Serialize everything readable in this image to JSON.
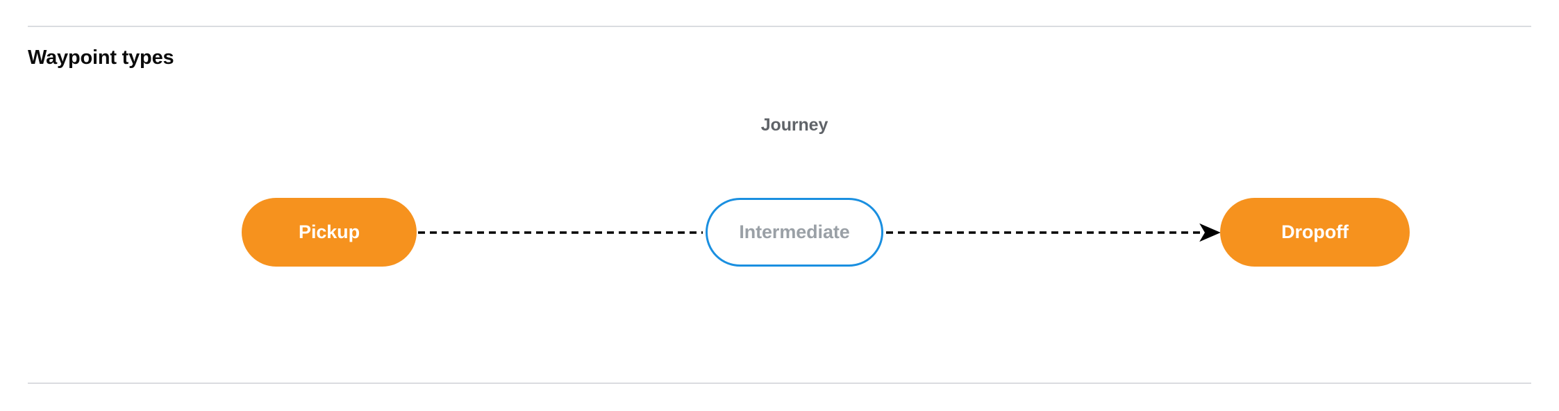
{
  "section": {
    "title": "Waypoint types"
  },
  "diagram": {
    "caption": "Journey",
    "nodes": [
      {
        "id": "pickup",
        "label": "Pickup",
        "type": "terminal",
        "fill": "#F6921E",
        "text_color": "#FFFFFF"
      },
      {
        "id": "intermediate",
        "label": "Intermediate",
        "type": "intermediate",
        "fill": "#FFFFFF",
        "text_color": "#9AA0A6",
        "border_color": "#1A8FE0"
      },
      {
        "id": "dropoff",
        "label": "Dropoff",
        "type": "terminal",
        "fill": "#F6921E",
        "text_color": "#FFFFFF"
      }
    ],
    "connectors": [
      {
        "from": "pickup",
        "to": "intermediate",
        "style": "dashed",
        "arrowhead": false,
        "color": "#000000"
      },
      {
        "from": "intermediate",
        "to": "dropoff",
        "style": "dashed",
        "arrowhead": true,
        "color": "#000000"
      }
    ]
  },
  "theme": {
    "background": "#FFFFFF",
    "divider_color": "#DADCE0",
    "heading_color": "#0B0B0B",
    "caption_color": "#5F6368",
    "accent_orange": "#F6921E",
    "accent_blue": "#1A8FE0"
  }
}
